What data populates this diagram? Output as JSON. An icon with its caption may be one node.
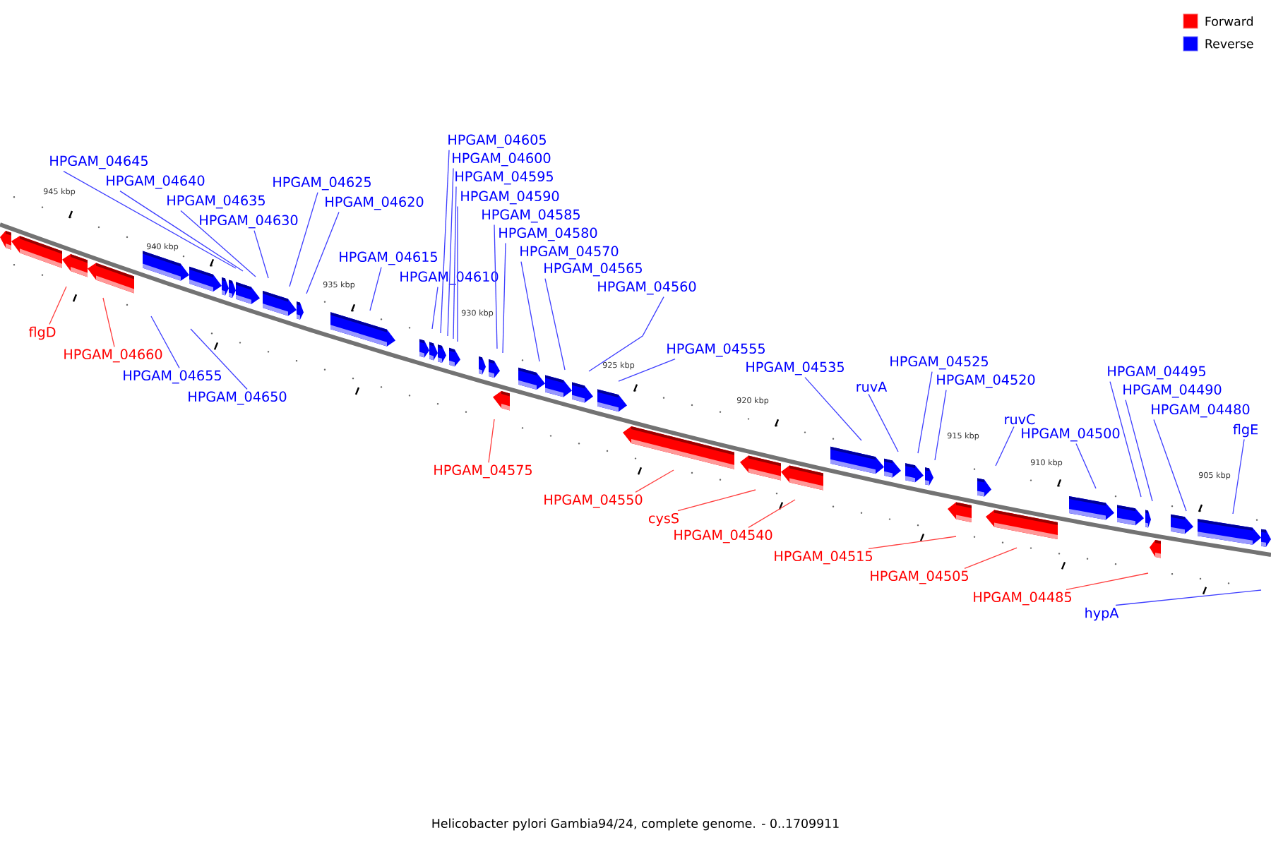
{
  "diagram": {
    "caption": "Helicobacter pylori Gambia94/24, complete genome. - 0..1709911",
    "nodes": [
      {
        "text": [
          "HPGAM_04645"
        ]
      },
      {
        "text": [
          "HPGAM_04640"
        ]
      },
      {
        "text": [
          "HPGAM_04635"
        ]
      },
      {
        "text": [
          "HPGAM_04630"
        ]
      },
      {
        "text": [
          "HPGAM_04625"
        ]
      },
      {
        "text": [
          "HPGAM_04620"
        ]
      },
      {
        "text": [
          "HPGAM_04615"
        ]
      },
      {
        "text": [
          "HPGAM_04610"
        ]
      },
      {
        "text": [
          "HPGAM_04605"
        ]
      },
      {
        "text": [
          "HPGAM_04600"
        ]
      },
      {
        "text": [
          "HPGAM_04595"
        ]
      },
      {
        "text": [
          "HPGAM_04590"
        ]
      },
      {
        "text": [
          "HPGAM_04585"
        ]
      },
      {
        "text": [
          "HPGAM_04580"
        ]
      },
      {
        "text": [
          "HPGAM_04570"
        ]
      },
      {
        "text": [
          "HPGAM_04565"
        ]
      },
      {
        "text": [
          "HPGAM_04560"
        ]
      },
      {
        "text": [
          "HPGAM_04555"
        ]
      },
      {
        "text": [
          "HPGAM_04535"
        ]
      },
      {
        "text": [
          "ruvA"
        ]
      },
      {
        "text": [
          "HPGAM_04525"
        ]
      },
      {
        "text": [
          "HPGAM_04520"
        ]
      },
      {
        "text": [
          "ruvC"
        ]
      },
      {
        "text": [
          "HPGAM_04500"
        ]
      },
      {
        "text": [
          "HPGAM_04495"
        ]
      },
      {
        "text": [
          "HPGAM_04490"
        ]
      },
      {
        "text": [
          "HPGAM_04480"
        ]
      },
      {
        "text": [
          "flgE"
        ]
      },
      {
        "text": [
          "flgD"
        ]
      },
      {
        "text": [
          "HPGAM_04660"
        ]
      },
      {
        "text": [
          "HPGAM_04655"
        ]
      },
      {
        "text": [
          "HPGAM_04650"
        ]
      },
      {
        "text": [
          "HPGAM_04575"
        ]
      },
      {
        "text": [
          "HPGAM_04550"
        ]
      },
      {
        "text": [
          "cysS"
        ]
      },
      {
        "text": [
          "HPGAM_04540"
        ]
      },
      {
        "text": [
          "HPGAM_04515"
        ]
      },
      {
        "text": [
          "HPGAM_04505"
        ]
      },
      {
        "text": [
          "HPGAM_04485"
        ]
      },
      {
        "text": [
          "hypA"
        ]
      }
    ],
    "edges": [
      {
        "from": 0,
        "to": null,
        "arrow": "none"
      },
      {
        "from": 1,
        "to": null,
        "arrow": "none"
      },
      {
        "from": 2,
        "to": null,
        "arrow": "none"
      },
      {
        "from": 3,
        "to": null,
        "arrow": "none"
      },
      {
        "from": 4,
        "to": null,
        "arrow": "none"
      },
      {
        "from": 5,
        "to": null,
        "arrow": "none"
      },
      {
        "from": 6,
        "to": null,
        "arrow": "none"
      },
      {
        "from": 7,
        "to": null,
        "arrow": "none"
      },
      {
        "from": 8,
        "to": null,
        "arrow": "none"
      },
      {
        "from": 9,
        "to": null,
        "arrow": "none"
      },
      {
        "from": 10,
        "to": null,
        "arrow": "none"
      },
      {
        "from": 11,
        "to": null,
        "arrow": "none"
      },
      {
        "from": 12,
        "to": null,
        "arrow": "none"
      },
      {
        "from": 13,
        "to": null,
        "arrow": "none"
      },
      {
        "from": 14,
        "to": null,
        "arrow": "none"
      },
      {
        "from": 15,
        "to": null,
        "arrow": "none"
      },
      {
        "from": 16,
        "to": null,
        "arrow": "none"
      },
      {
        "from": 17,
        "to": null,
        "arrow": "none"
      },
      {
        "from": 18,
        "to": null,
        "arrow": "none"
      },
      {
        "from": 19,
        "to": null,
        "arrow": "none"
      },
      {
        "from": 20,
        "to": null,
        "arrow": "none"
      },
      {
        "from": 21,
        "to": null,
        "arrow": "none"
      },
      {
        "from": 22,
        "to": null,
        "arrow": "none"
      },
      {
        "from": 23,
        "to": null,
        "arrow": "none"
      },
      {
        "from": 24,
        "to": null,
        "arrow": "none"
      },
      {
        "from": 25,
        "to": null,
        "arrow": "none"
      },
      {
        "from": 26,
        "to": null,
        "arrow": "none"
      },
      {
        "from": 27,
        "to": null,
        "arrow": "none"
      },
      {
        "from": 28,
        "to": null,
        "arrow": "none",
        "color": "#ff4040"
      },
      {
        "from": 29,
        "to": null,
        "arrow": "none",
        "color": "#ff4040"
      },
      {
        "from": 30,
        "to": null,
        "arrow": "none"
      },
      {
        "from": 31,
        "to": null,
        "arrow": "none"
      },
      {
        "from": 32,
        "to": null,
        "arrow": "none",
        "color": "#ff4040"
      },
      {
        "from": 33,
        "to": null,
        "arrow": "none",
        "color": "#ff4040"
      },
      {
        "from": 34,
        "to": null,
        "arrow": "none",
        "color": "#ff4040"
      },
      {
        "from": 35,
        "to": null,
        "arrow": "none",
        "color": "#ff4040"
      },
      {
        "from": 36,
        "to": null,
        "arrow": "none",
        "color": "#ff4040"
      },
      {
        "from": 37,
        "to": null,
        "arrow": "none",
        "color": "#ff4040"
      },
      {
        "from": 38,
        "to": null,
        "arrow": "none",
        "color": "#ff4040"
      },
      {
        "from": 39,
        "to": null,
        "arrow": "none"
      }
    ],
    "labels": [
      "945 kbp",
      "940 kbp",
      "935 kbp",
      "930 kbp",
      "925 kbp",
      "920 kbp",
      "915 kbp",
      "910 kbp",
      "905 kbp"
    ],
    "legend": [
      {
        "text": "Forward",
        "color": "#ff0000"
      },
      {
        "text": "Reverse",
        "color": "#0000ff"
      }
    ]
  }
}
